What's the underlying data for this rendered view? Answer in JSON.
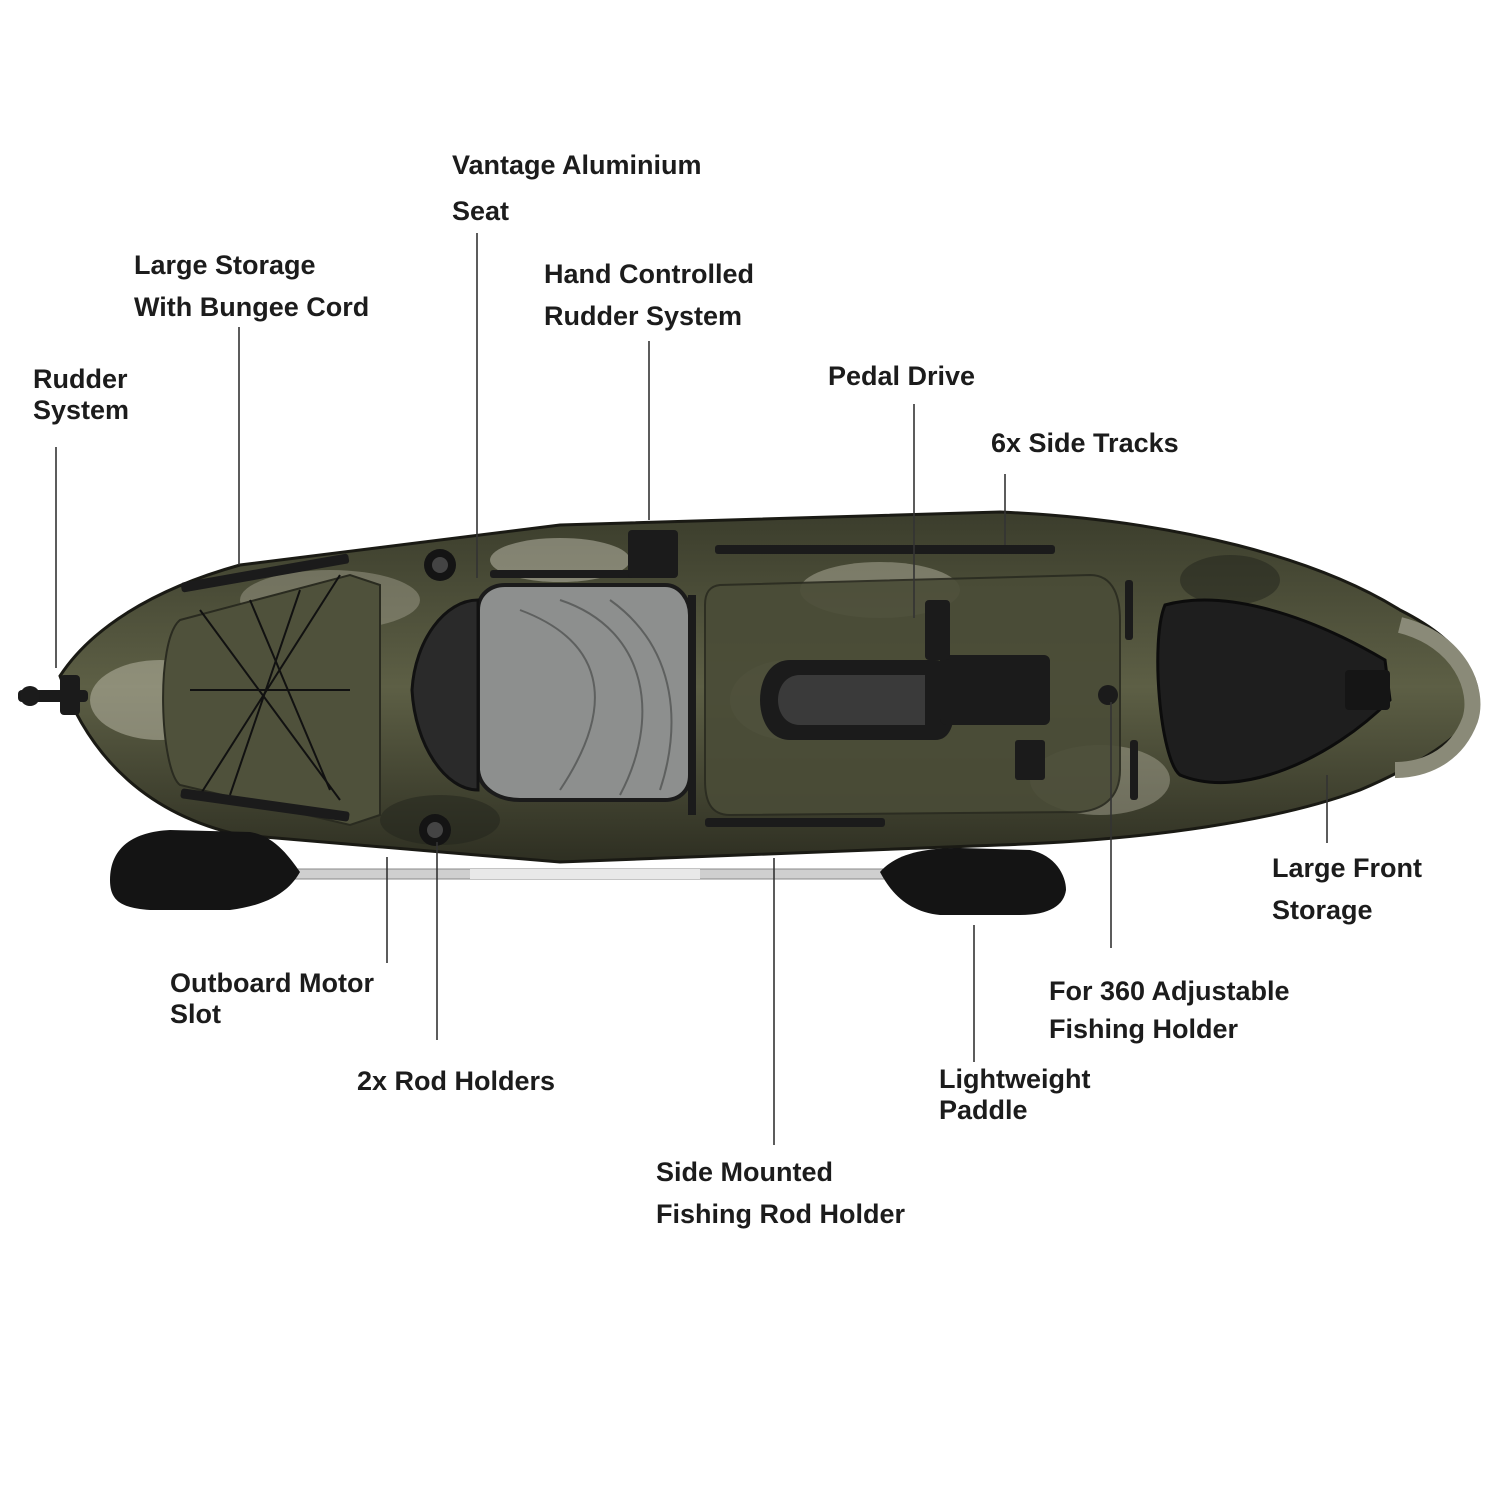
{
  "colors": {
    "hull_base": "#55573f",
    "hull_camo_light": "#b8b6a4",
    "hull_camo_dark": "#22231b",
    "seat_mesh": "#8d8f8e",
    "hardware": "#1b1b1b",
    "text": "#1c1c1c",
    "leader_line": "#333333",
    "background": "#ffffff"
  },
  "callouts": [
    {
      "id": "rudder-system",
      "lines": [
        "Rudder",
        "System"
      ]
    },
    {
      "id": "large-storage-bungee",
      "lines": [
        "Large Storage",
        "With Bungee Cord"
      ]
    },
    {
      "id": "vantage-seat",
      "lines": [
        "Vantage Aluminium",
        "Seat"
      ]
    },
    {
      "id": "hand-rudder",
      "lines": [
        "Hand Controlled",
        "Rudder System"
      ]
    },
    {
      "id": "pedal-drive",
      "lines": [
        "Pedal Drive"
      ]
    },
    {
      "id": "side-tracks",
      "lines": [
        "6x Side Tracks"
      ]
    },
    {
      "id": "large-front-storage",
      "lines": [
        "Large Front",
        "Storage"
      ]
    },
    {
      "id": "adjustable-holder",
      "lines": [
        "For 360 Adjustable",
        "Fishing Holder"
      ]
    },
    {
      "id": "lightweight-paddle",
      "lines": [
        "Lightweight",
        "Paddle"
      ]
    },
    {
      "id": "side-rod-holder",
      "lines": [
        "Side Mounted",
        "Fishing Rod Holder"
      ]
    },
    {
      "id": "rod-holders",
      "lines": [
        "2x Rod Holders"
      ]
    },
    {
      "id": "outboard-slot",
      "lines": [
        "Outboard Motor",
        "Slot"
      ]
    }
  ]
}
